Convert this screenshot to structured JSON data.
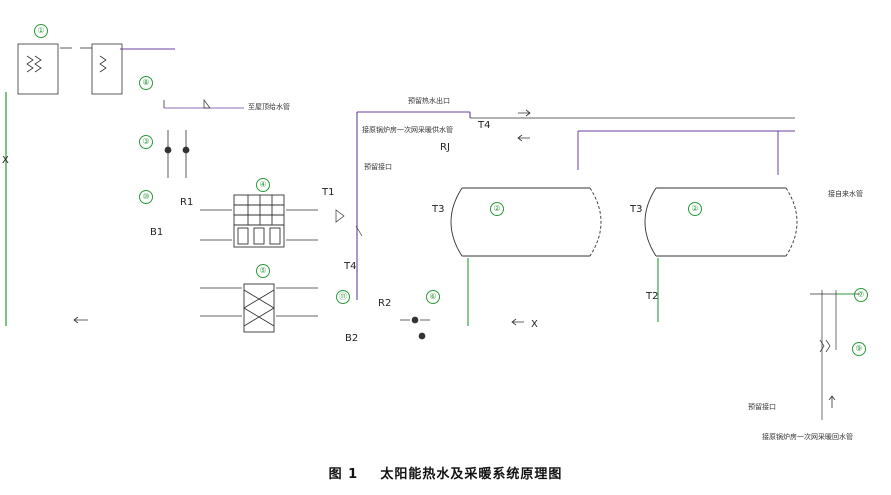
{
  "caption": {
    "figure_no": "图 1",
    "title": "太阳能热水及采暖系统原理图"
  },
  "labels": {
    "roof_supply": "至屋顶给水管",
    "reserved_hot_outlet": "预留热水出口",
    "boiler_supply": "接原锅炉房一次网采暖供水管",
    "reserved_inlet_top": "预留接口",
    "rj": "RJ",
    "r1": "R1",
    "b1": "B1",
    "r2": "R2",
    "b2": "B2",
    "t1": "T1",
    "t2": "T2",
    "t3a": "T3",
    "t3b": "T3",
    "t4a": "T4",
    "t4b": "T4",
    "reserved_inlet_bottom": "预留接口",
    "to_hot_water": "接自来水管",
    "boiler_return": "接原锅炉房一次网采暖回水管",
    "x_mark": "X"
  },
  "callouts": [
    "①",
    "②",
    "②",
    "③",
    "④",
    "⑤",
    "⑥",
    "⑦",
    "⑧",
    "⑨",
    "⑩",
    "⑪"
  ],
  "colors": {
    "line": "#333333",
    "green_pipe": "#2a9a3a",
    "purple_pipe": "#6a3fa0",
    "callout": "#2a9a3a"
  }
}
